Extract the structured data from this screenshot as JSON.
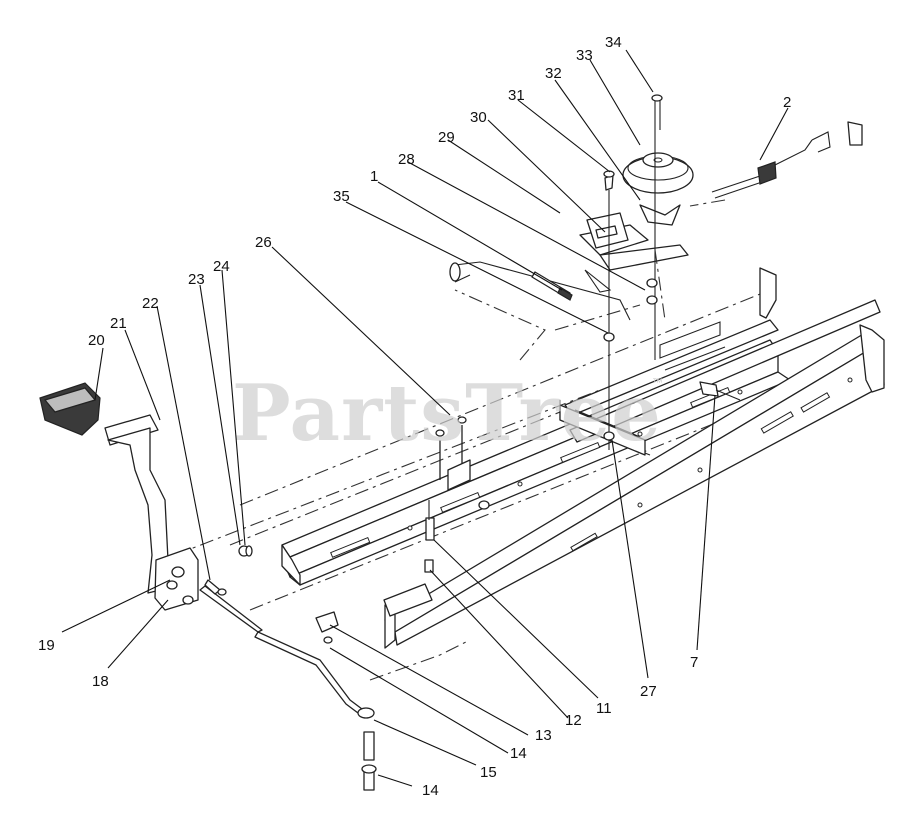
{
  "watermark": {
    "brand": "PartsTree",
    "trademark": "™"
  },
  "callouts": [
    "34",
    "33",
    "32",
    "31",
    "30",
    "2",
    "29",
    "28",
    "1",
    "35",
    "26",
    "24",
    "23",
    "22",
    "21",
    "20",
    "19",
    "18",
    "7",
    "27",
    "11",
    "12",
    "13",
    "14",
    "15",
    "14"
  ]
}
